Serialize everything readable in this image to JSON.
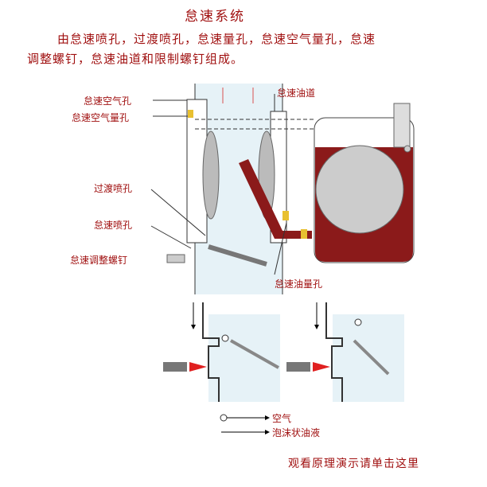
{
  "title": "怠速系统",
  "description": {
    "line1": "由怠速喷孔，过渡喷孔，怠速量孔，怠速空气量孔，怠速",
    "line2": "调整螺钉，怠速油道和限制螺钉组成。"
  },
  "labels": {
    "idle_air_hole": "怠速空气孔",
    "idle_air_metering_hole": "怠速空气量孔",
    "transition_jet": "过渡喷孔",
    "idle_jet": "怠速喷孔",
    "idle_adjust_screw": "怠速调整螺钉",
    "idle_fuel_passage": "怠速油道",
    "idle_fuel_metering_hole": "怠速油量孔"
  },
  "legend": {
    "air": "空气",
    "foam_fuel": "泡沫状油液"
  },
  "link": "观看原理演示请单击这里",
  "colors": {
    "text": "#a01010",
    "fuel": "#8b1a1a",
    "throat": "#e6f2f7"
  }
}
